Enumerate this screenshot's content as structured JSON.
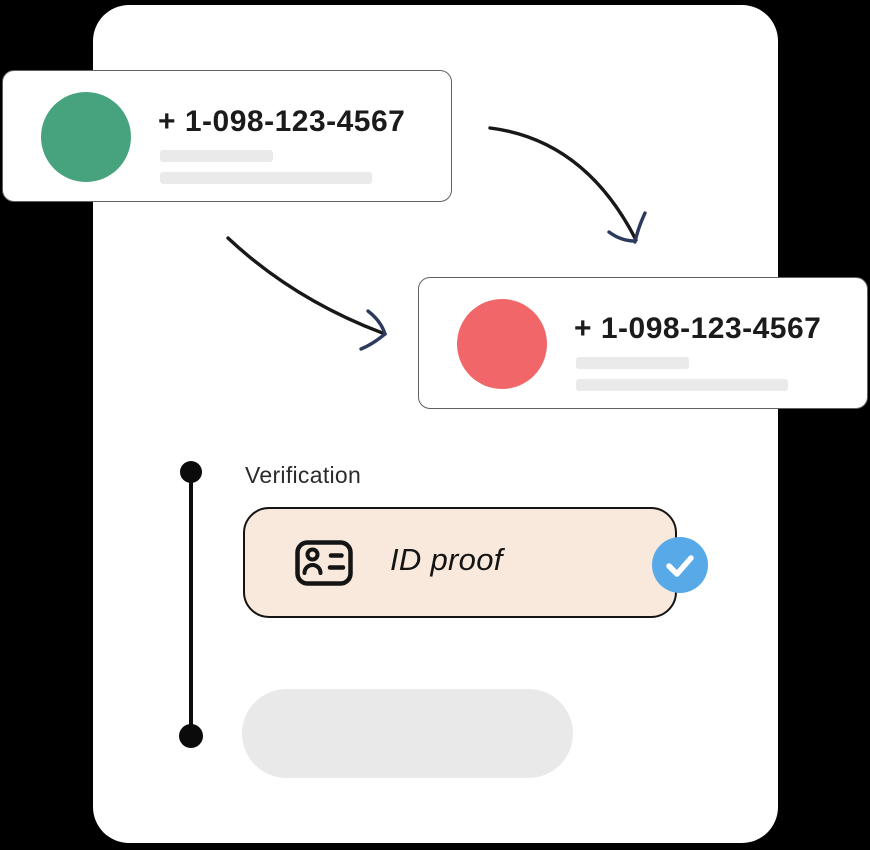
{
  "scene": {
    "background_color": "#000000",
    "panel_color": "#ffffff"
  },
  "cards": {
    "origin": {
      "phone_number": "+ 1-098-123-4567",
      "avatar_color": "#46a37e"
    },
    "destination": {
      "phone_number": "+ 1-098-123-4567",
      "avatar_color": "#f16769"
    },
    "placeholder_bar_color": "#eaeaea",
    "border_color": "#606060"
  },
  "arrows": {
    "curve_color": "#181818",
    "head_color": "#2c3a5e"
  },
  "verification": {
    "section_label": "Verification",
    "timeline_color": "#0b0b0b",
    "id_proof": {
      "label": "ID proof",
      "card_color": "#f8e9dc",
      "icon_color": "#141414",
      "check_circle_color": "#57a9e8",
      "check_mark_color": "#ffffff"
    },
    "pending_step_color": "#e9e9e9"
  }
}
